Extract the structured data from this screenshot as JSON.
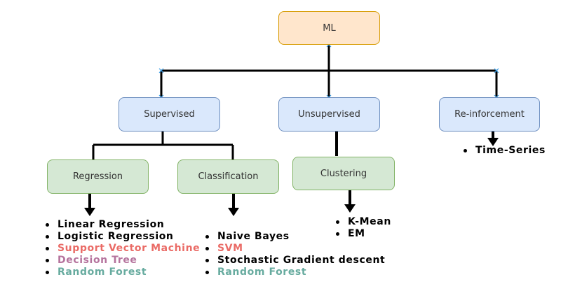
{
  "nodes": {
    "root": "ML",
    "supervised": "Supervised",
    "unsupervised": "Unsupervised",
    "reinforcement": "Re-inforcement",
    "regression": "Regression",
    "classification": "Classification",
    "clustering": "Clustering"
  },
  "lists": {
    "regression": [
      {
        "text": "Linear Regression",
        "color": "#000000"
      },
      {
        "text": "Logistic Regression",
        "color": "#000000"
      },
      {
        "text": "Support Vector Machine",
        "color": "#ea6b66"
      },
      {
        "text": "Decision Tree",
        "color": "#b5739d"
      },
      {
        "text": "Random Forest",
        "color": "#67ab9f"
      }
    ],
    "classification": [
      {
        "text": "Naive Bayes",
        "color": "#000000"
      },
      {
        "text": "SVM",
        "color": "#ea6b66"
      },
      {
        "text": "Stochastic Gradient descent",
        "color": "#000000"
      },
      {
        "text": "Random Forest",
        "color": "#67ab9f"
      }
    ],
    "clustering": [
      {
        "text": "K-Mean",
        "color": "#000000"
      },
      {
        "text": "EM",
        "color": "#000000"
      }
    ],
    "reinforcement": [
      {
        "text": "Time-Series",
        "color": "#000000"
      }
    ]
  },
  "colors": {
    "root_fill": "#ffe6cc",
    "level1_fill": "#dae8fc",
    "level2_fill": "#d5e8d4",
    "connector": "#000000",
    "anchor_marker": "#3a9ee8"
  }
}
